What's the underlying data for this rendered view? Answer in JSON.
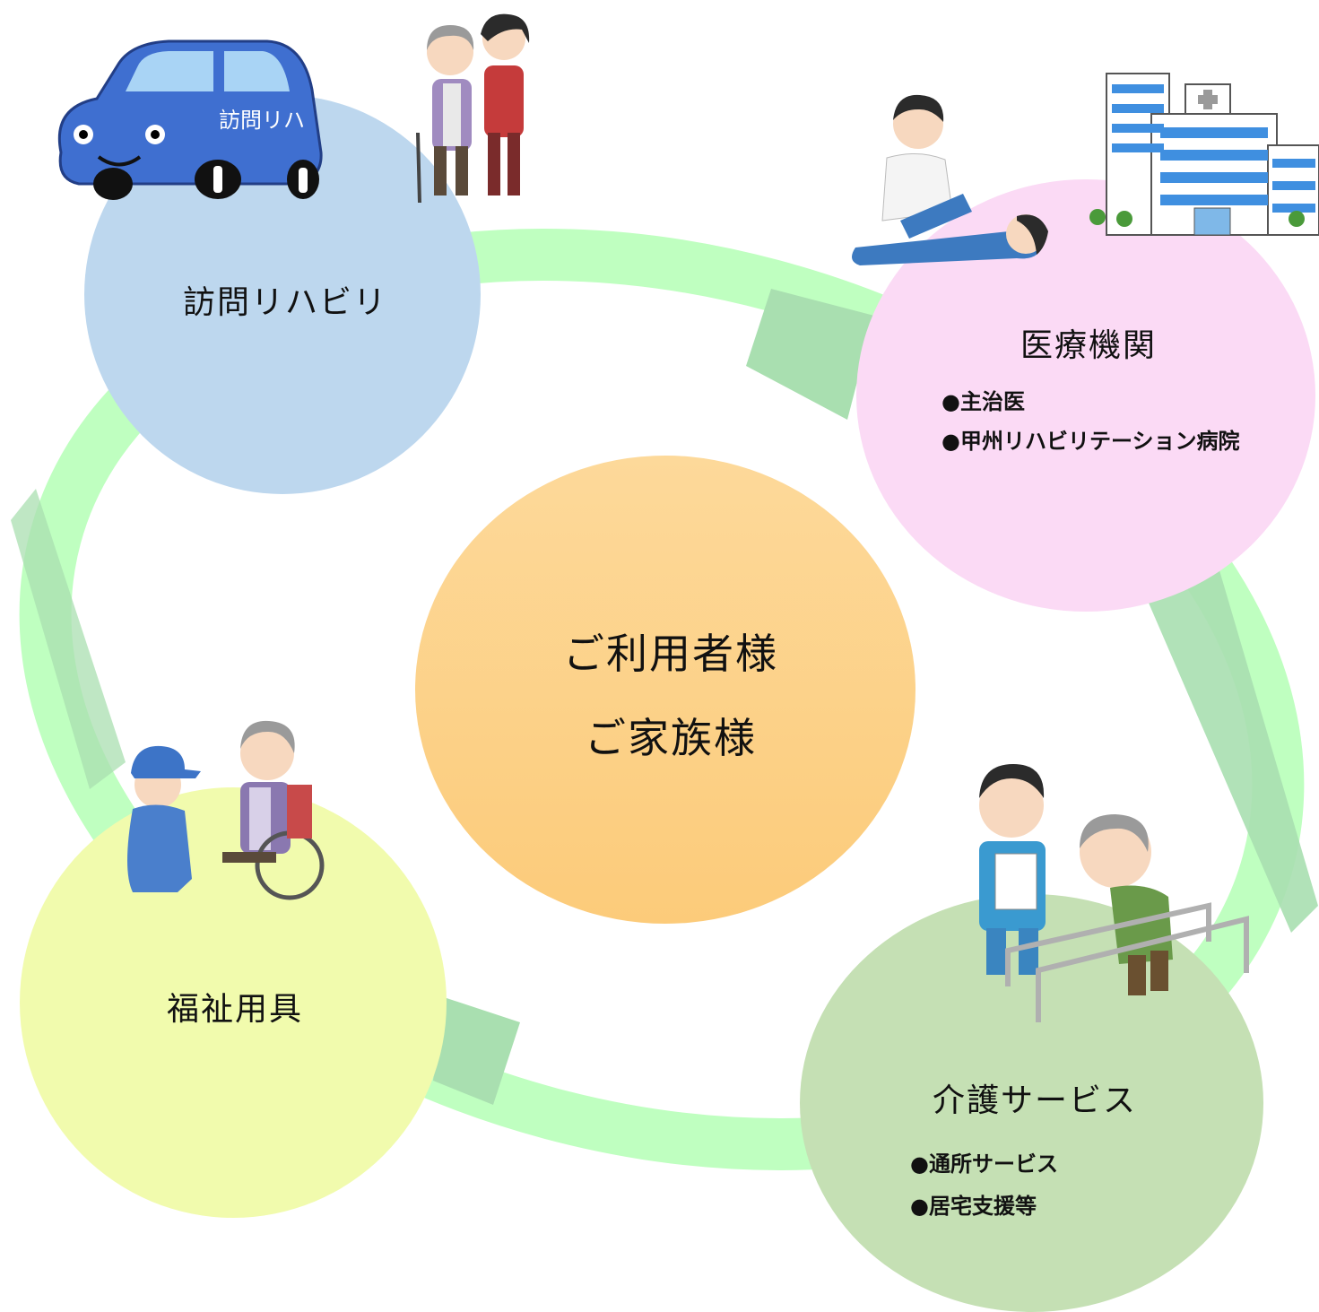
{
  "center": {
    "line1": "ご利用者様",
    "line2": "ご家族様"
  },
  "nodes": {
    "visit_rehab": {
      "title": "訪問リハビリ",
      "color": "#bdd7ee"
    },
    "medical": {
      "title": "医療機関",
      "color": "#fbdaf5",
      "items": [
        "●主治医",
        "●甲州リハビリテーション病院"
      ]
    },
    "care": {
      "title": "介護サービス",
      "color": "#c5e0b4",
      "items": [
        "●通所サービス",
        "●居宅支援等"
      ]
    },
    "welfare": {
      "title": "福祉用具",
      "color": "#f1fbad"
    }
  },
  "car_label": "訪問リハ",
  "ring_colors": {
    "light": "#bfffc0",
    "dark": "#a9dfb0"
  }
}
